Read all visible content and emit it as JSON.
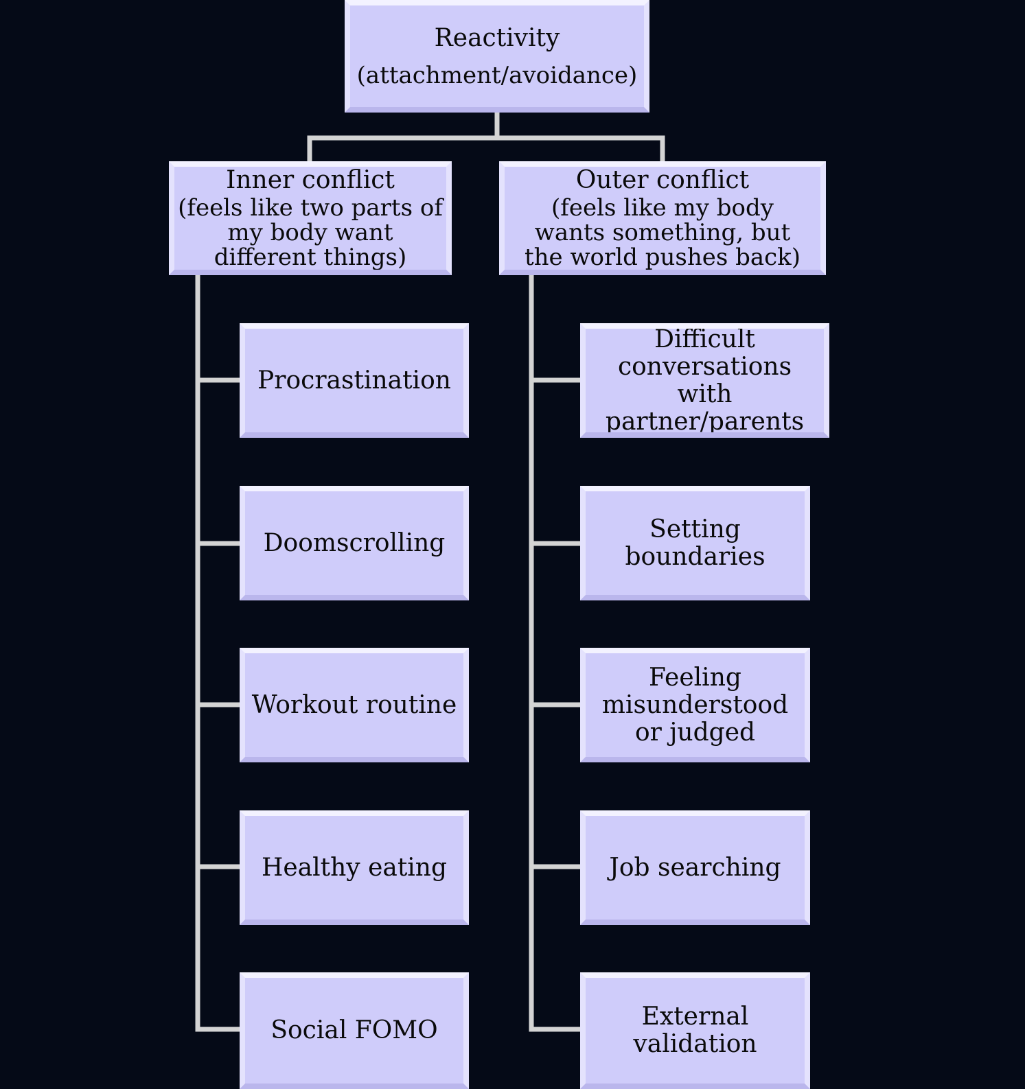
{
  "root": {
    "title": "Reactivity",
    "subtitle": "(attachment/avoidance)"
  },
  "branches": [
    {
      "title": "Inner conflict",
      "subtitle": "(feels like two parts of my body want different things)",
      "items": [
        "Procrastination",
        "Doomscrolling",
        "Workout routine",
        "Healthy eating",
        "Social FOMO"
      ]
    },
    {
      "title": "Outer conflict",
      "subtitle": "(feels like my body wants something, but the world pushes back)",
      "items": [
        "Difficult conversations with partner/parents",
        "Setting boundaries",
        "Feeling misunderstood or judged",
        "Job searching",
        "External validation"
      ]
    }
  ],
  "colors": {
    "background": "#050a17",
    "box": "#cfccfa",
    "connector": "#d4d4d4"
  }
}
